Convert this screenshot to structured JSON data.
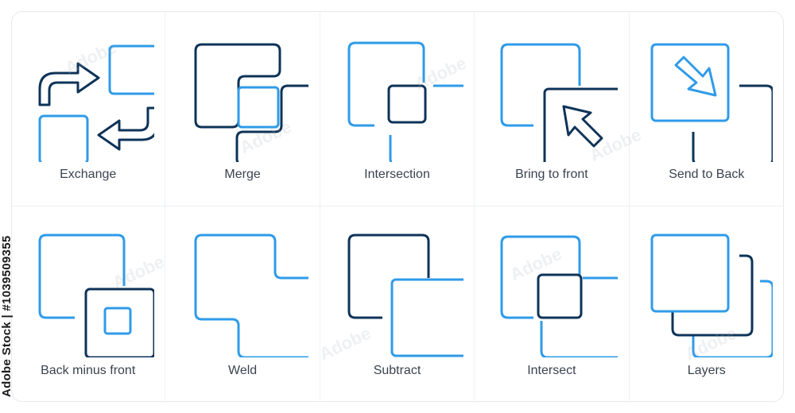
{
  "colors": {
    "light": "#2F9BE8",
    "dark": "#0E3358",
    "text": "#3a4350"
  },
  "icons": [
    {
      "name": "exchange",
      "label": "Exchange"
    },
    {
      "name": "merge",
      "label": "Merge"
    },
    {
      "name": "intersection",
      "label": "Intersection"
    },
    {
      "name": "bring-to-front",
      "label": "Bring to front"
    },
    {
      "name": "send-to-back",
      "label": "Send to Back"
    },
    {
      "name": "back-minus-front",
      "label": "Back minus front"
    },
    {
      "name": "weld",
      "label": "Weld"
    },
    {
      "name": "subtract",
      "label": "Subtract"
    },
    {
      "name": "intersect",
      "label": "Intersect"
    },
    {
      "name": "layers",
      "label": "Layers"
    }
  ],
  "watermark": {
    "side_text": "Adobe Stock | #1039509355",
    "tile_text": "Adobe"
  }
}
